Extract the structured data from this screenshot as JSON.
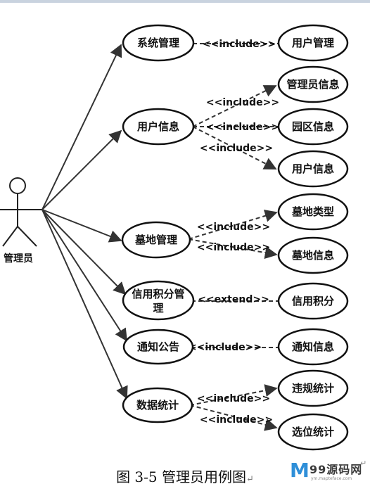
{
  "actor": {
    "label": "管理员"
  },
  "use_cases": {
    "sys": "系统管理",
    "userInfo": "用户信息",
    "cemetery": "墓地管理",
    "credit": "信用积分管理",
    "notice": "通知公告",
    "stats": "数据统计",
    "userMgmt": "用户管理",
    "adminInfo": "管理员信息",
    "parkInfo": "园区信息",
    "userInfo2": "用户信息",
    "plotType": "墓地类型",
    "plotInfo": "墓地信息",
    "creditPts": "信用积分",
    "noticeInfo": "通知信息",
    "violation": "违规统计",
    "selection": "选位统计"
  },
  "relations": [
    {
      "from": "sys",
      "to": "userMgmt",
      "label": "<<include>>"
    },
    {
      "from": "userInfo",
      "to": "adminInfo",
      "label": "<<include>>"
    },
    {
      "from": "userInfo",
      "to": "parkInfo",
      "label": "<<include>>"
    },
    {
      "from": "userInfo",
      "to": "userInfo2",
      "label": "<<include>>"
    },
    {
      "from": "cemetery",
      "to": "plotType",
      "label": "<<include>>"
    },
    {
      "from": "cemetery",
      "to": "plotInfo",
      "label": "<<include>>"
    },
    {
      "from": "credit",
      "to": "creditPts",
      "label": "<<extend>>"
    },
    {
      "from": "notice",
      "to": "noticeInfo",
      "label": "<<include>>"
    },
    {
      "from": "stats",
      "to": "violation",
      "label": "<<include>>"
    },
    {
      "from": "stats",
      "to": "selection",
      "label": "<<include>>"
    }
  ],
  "caption": "图 3-5  管理员用例图",
  "caption_mark": "↵",
  "watermark": {
    "name": "99源码网",
    "url": "ym.mapteface.com",
    "mark": "↵"
  }
}
